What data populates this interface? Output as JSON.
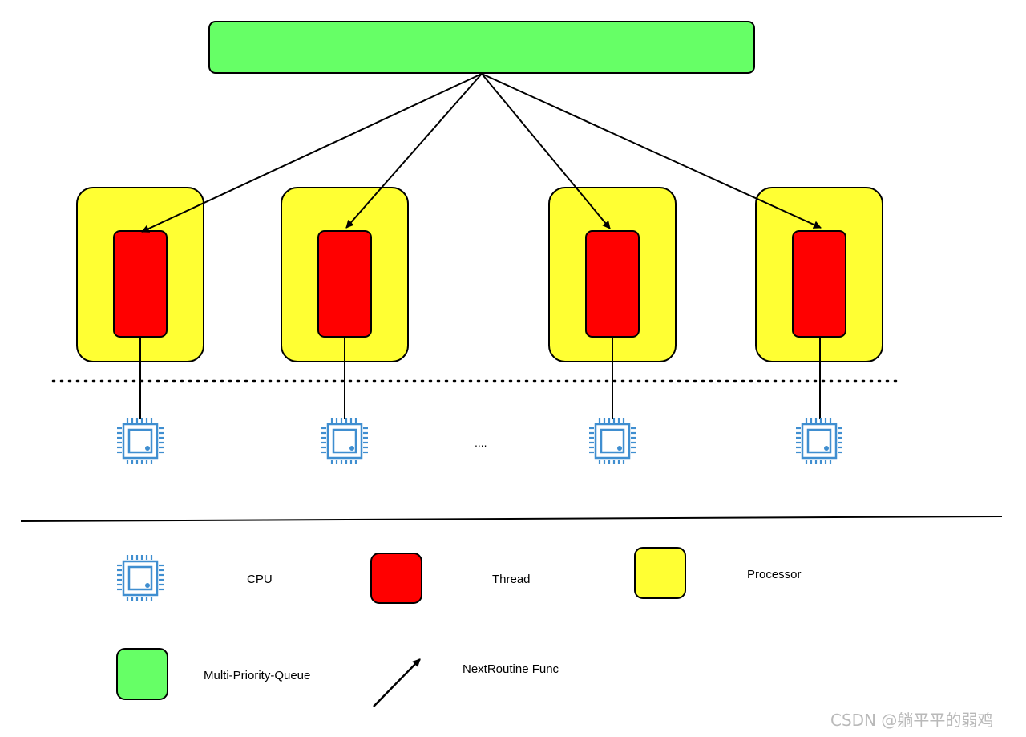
{
  "colors": {
    "queue": "#66ff66",
    "processor": "#ffff33",
    "thread": "#ff0000",
    "cpu_icon": "#3f8ed0",
    "stroke": "#000000"
  },
  "icons": {
    "cpu": "cpu-chip-icon",
    "arrow": "arrow-icon"
  },
  "diagram": {
    "processor_count": 4,
    "ellipsis": "...."
  },
  "legend": {
    "cpu": "CPU",
    "thread": "Thread",
    "processor": "Processor",
    "queue": "Multi-Priority-Queue",
    "arrow": "NextRoutine Func"
  },
  "watermark": "CSDN @躺平平的弱鸡"
}
